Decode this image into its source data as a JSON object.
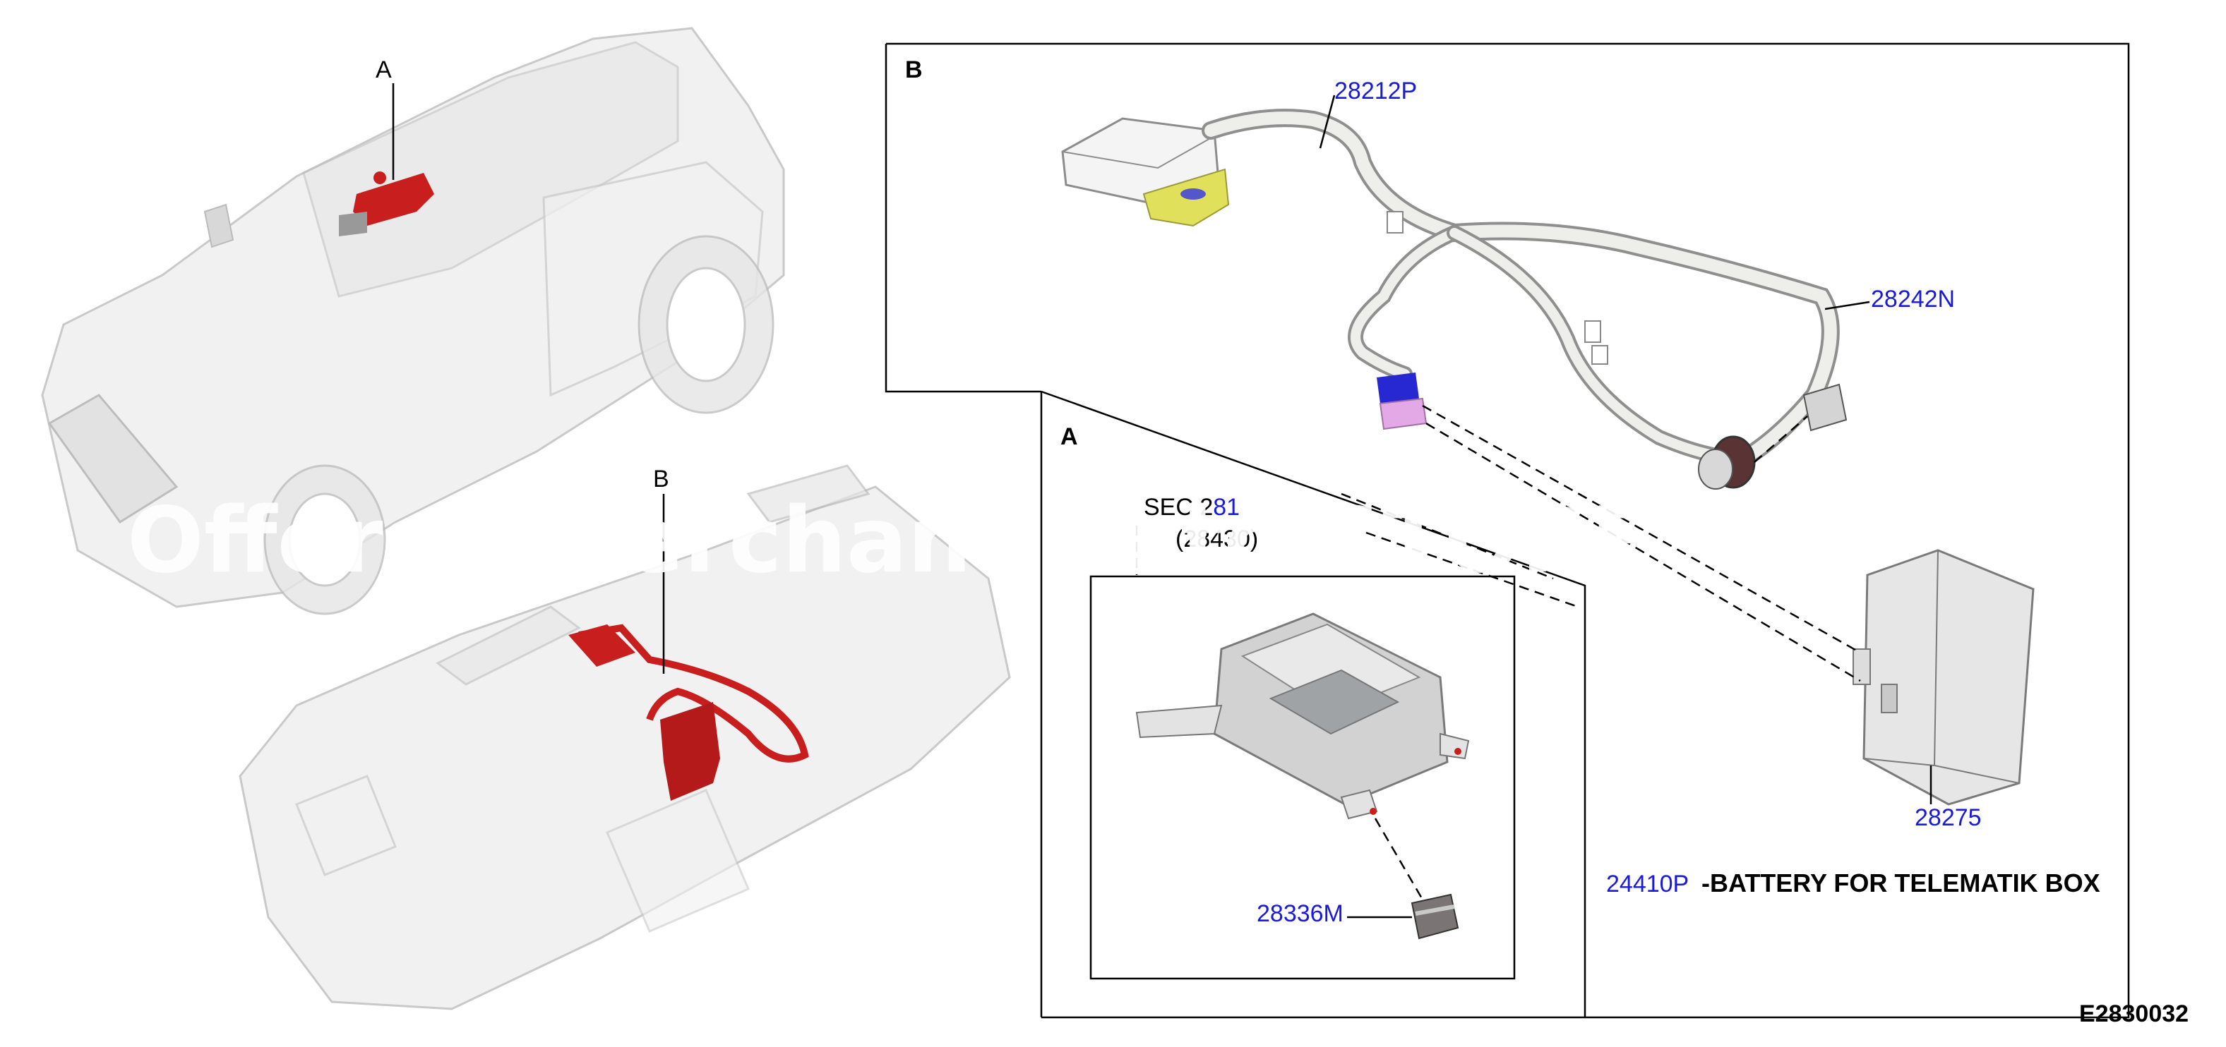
{
  "views": {
    "vehicle_callout_a": "A",
    "vehicle_callout_b": "B",
    "panel_b_label": "B",
    "panel_a_label": "A"
  },
  "parts": [
    {
      "id": "28212P",
      "label": "28212P"
    },
    {
      "id": "28242N",
      "label": "28242N"
    },
    {
      "id": "28275",
      "label": "28275"
    },
    {
      "id": "28336M",
      "label": "28336M"
    },
    {
      "id": "24410P",
      "label": "24410P"
    }
  ],
  "section_ref": {
    "line1": "SEC 2",
    "line1_link": "81",
    "line2": "(28430)"
  },
  "note": {
    "text": "-BATTERY FOR TELEMATIK BOX"
  },
  "diagram_code": "E2830032",
  "watermark": "Offers / Merchant Auto STORE",
  "colors": {
    "highlight_red": "#c81e1e",
    "part_link_blue": "#1a1adc",
    "bracket_yellow": "#e1e05a",
    "connector_blue": "#2828d2",
    "connector_pink": "#e3a8e6"
  }
}
